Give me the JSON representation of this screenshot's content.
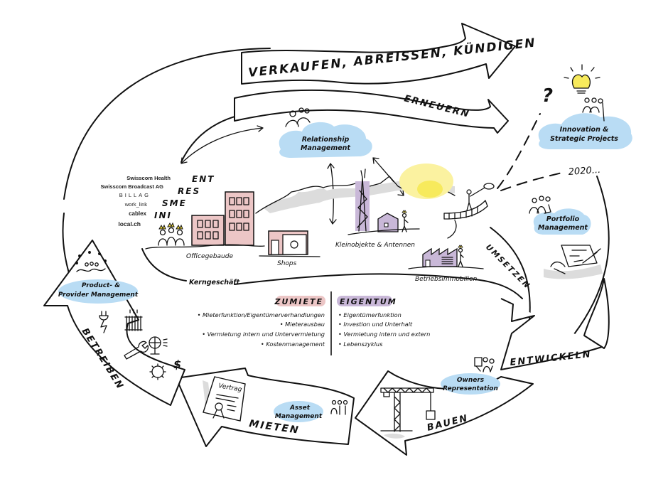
{
  "diagram": {
    "title": "Real estate lifecycle",
    "cycle_arrows": {
      "verkaufen": "VERKAUFEN, ABREISSEN, KÜNDIGEN",
      "erneuern": "ERNEUERN",
      "umsetzen": "UMSETZEN",
      "entwickeln": "ENTWICKELN",
      "bauen": "BAUEN",
      "mieten": "MIETEN",
      "betreiben": "BETREIBEN"
    },
    "clouds": {
      "relationship": [
        "Relationship",
        "Management"
      ],
      "innovation": [
        "Innovation &",
        "Strategic Projects"
      ],
      "portfolio": [
        "Portfolio",
        "Management"
      ],
      "owners": [
        "Owners",
        "Representation"
      ],
      "asset": [
        "Asset",
        "Management"
      ],
      "product": [
        "Product- &",
        "Provider Management"
      ]
    },
    "year_label": "2020...",
    "question_mark": "?",
    "clients": {
      "brands": [
        "Swisscom Health",
        "Swisscom Broadcast AG",
        "BILLAG",
        "work_link",
        "cablex",
        "local.ch"
      ],
      "segments": [
        "ENT",
        "RES",
        "SME",
        "INI"
      ]
    },
    "scene_labels": {
      "office": "Officegebaude",
      "shops": "Shops",
      "small": "Kleinobjekte & Antennen",
      "industrial": "Betriebsimmobilien",
      "core": "Kerngeschäft"
    },
    "zumiete": {
      "heading": "ZUMIETE",
      "items": [
        "• Mieterfunktion/Eigentümerverhandlungen",
        "• Mieterausbau",
        "• Vermietung intern und Untervermietung",
        "• Kostenmanagement"
      ]
    },
    "eigentum": {
      "heading": "EIGENTUM",
      "items": [
        "• Eigentümerfunktion",
        "• Investion und Unterhalt",
        "• Vermietung intern und extern",
        "• Lebenszyklus"
      ]
    },
    "contract_label": "Vertrag",
    "colors": {
      "cloud": "#b9dcf4",
      "zumiete": "#ecc6c6",
      "eigentum": "#c9b8d8",
      "sun": "#f7ea5c",
      "ink": "#111111"
    }
  }
}
